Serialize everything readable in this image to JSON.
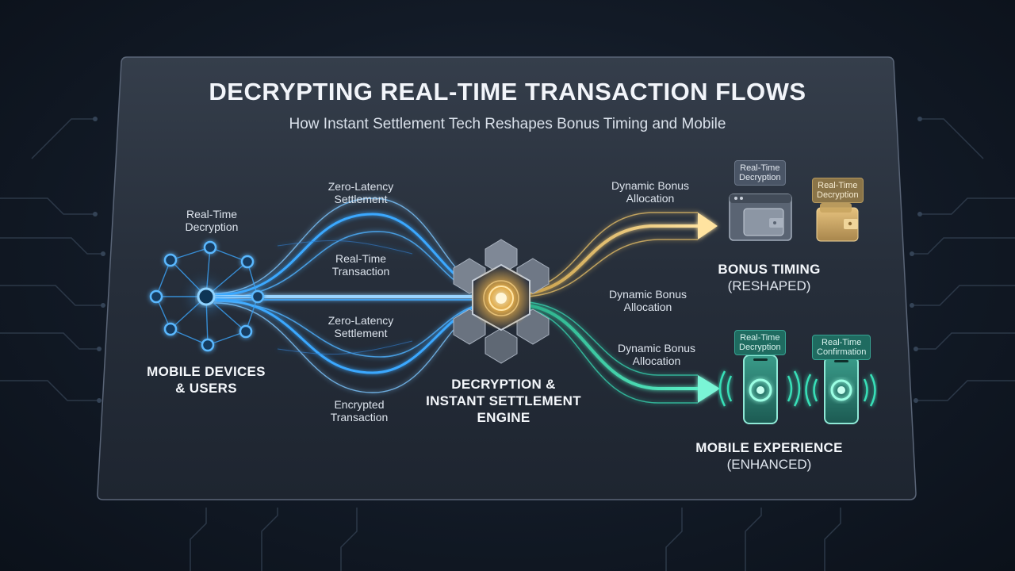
{
  "title": "DECRYPTING REAL-TIME TRANSACTION FLOWS",
  "subtitle": "How Instant Settlement Tech Reshapes Bonus Timing and Mobile",
  "source": {
    "label_top": [
      "Real-Time",
      "Decryption"
    ],
    "heading": [
      "MOBILE DEVICES",
      "& USERS"
    ]
  },
  "flow_labels": {
    "upper_outer": [
      "Zero-Latency",
      "Settlement"
    ],
    "upper_inner": [
      "Real-Time",
      "Transaction"
    ],
    "lower_inner": [
      "Zero-Latency",
      "Settlement"
    ],
    "lower_outer": [
      "Encrypted",
      "Transaction"
    ]
  },
  "engine": {
    "heading": [
      "DECRYPTION &",
      "INSTANT SETTLEMENT",
      "ENGINE"
    ]
  },
  "output_labels": {
    "gold": [
      "Dynamic Bonus",
      "Allocation"
    ],
    "middle": [
      "Dynamic Bonus",
      "Allocation"
    ],
    "teal": [
      "Dynamic Bonus",
      "Allocation"
    ]
  },
  "bonus": {
    "tag_1": [
      "Real-Time",
      "Decryption"
    ],
    "tag_2": [
      "Real-Time",
      "Decryption"
    ],
    "heading": "BONUS TIMING",
    "subheading": "(RESHAPED)"
  },
  "mobile": {
    "tag_1": [
      "Real-Time",
      "Decryption"
    ],
    "tag_2": [
      "Real-Time",
      "Confirmation"
    ],
    "heading": "MOBILE EXPERIENCE",
    "subheading": "(ENHANCED)"
  },
  "colors": {
    "blue": "#3aa8ff",
    "gold": "#f2c86a",
    "teal": "#38e0b8",
    "panel": "#2a323e"
  }
}
